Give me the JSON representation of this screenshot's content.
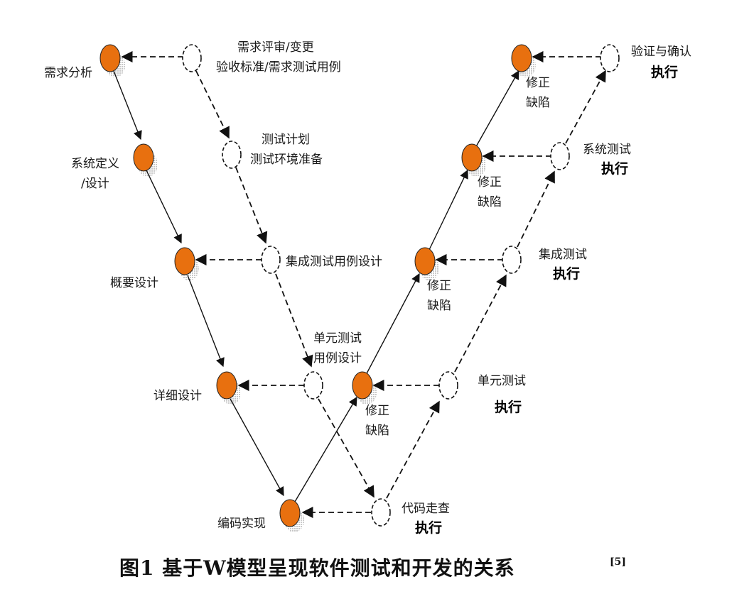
{
  "dev_nodes": {
    "req_analysis": "需求分析",
    "sys_design": [
      "系统定义",
      "/设计"
    ],
    "outline_design": "概要设计",
    "detail_design": "详细设计",
    "coding": "编码实现"
  },
  "test_nodes": {
    "req_review": [
      "需求评审/变更",
      "验收标准/需求测试用例"
    ],
    "test_plan": [
      "测试计划",
      "测试环境准备"
    ],
    "integration_case": "集成测试用例设计",
    "unit_case": [
      "单元测试",
      "用例设计"
    ],
    "code_walk": "代码走查",
    "unit_test": "单元测试",
    "integration_test": "集成测试",
    "system_test": "系统测试",
    "acceptance": "验证与确认"
  },
  "execute_label": "执行",
  "fix_defect": [
    "修正",
    "缺陷"
  ],
  "colors": {
    "dev_node": "#e8700f",
    "line": "#111111"
  },
  "caption": {
    "text": "图1   基于W模型呈现软件测试和开发的关系",
    "ref": "[5]"
  }
}
